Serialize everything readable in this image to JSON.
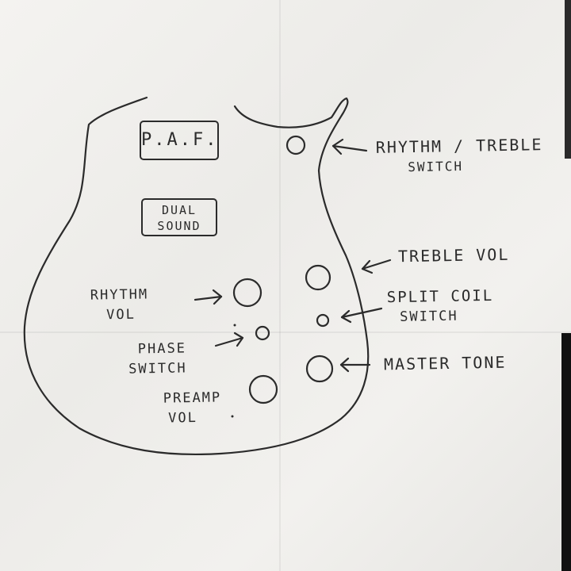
{
  "pickups": {
    "paf": "P.A.F.",
    "dual_sound": [
      "DUAL",
      "SOUND"
    ]
  },
  "labels": {
    "rhythm_treble": [
      "RHYTHM / TREBLE",
      "SWITCH"
    ],
    "treble_vol": [
      "TREBLE VOL"
    ],
    "rhythm_vol": [
      "RHYTHM",
      "VOL"
    ],
    "split_coil": [
      "SPLIT COIL",
      "SWITCH"
    ],
    "phase_switch": [
      "PHASE",
      "SWITCH"
    ],
    "master_tone": [
      "MASTER TONE"
    ],
    "preamp_vol": [
      "PREAMP",
      "VOL"
    ]
  },
  "colors": {
    "ink": "#2b2b2b",
    "paper": "#f0efec"
  }
}
